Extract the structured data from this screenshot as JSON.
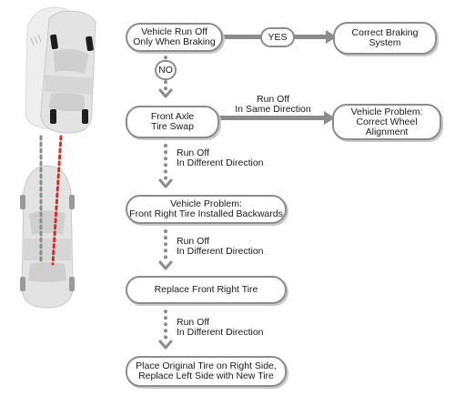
{
  "flowchart": {
    "nodes": {
      "start": [
        "Vehicle Run Off",
        "Only When Braking"
      ],
      "braking": [
        "Correct Braking",
        "System"
      ],
      "swap": [
        "Front Axle",
        "Tire Swap"
      ],
      "alignment": [
        "Vehicle Problem:",
        "Correct Wheel",
        "Alignment"
      ],
      "backwards": [
        "Vehicle Problem:",
        "Front Right Tire Installed Backwards"
      ],
      "replace": [
        "Replace Front Right Tire"
      ],
      "final": [
        "Place Original Tire on Right Side,",
        "Replace Left Side with New Tire"
      ]
    },
    "decisions": {
      "yes": "YES",
      "no": "NO"
    },
    "edge_labels": {
      "same_direction": [
        "Run Off",
        "In Same Direction"
      ],
      "different_1": [
        "Run Off",
        "In Different Direction"
      ],
      "different_2": [
        "Run Off",
        "In Different Direction"
      ],
      "different_3": [
        "Run Off",
        "In Different Direction"
      ]
    }
  },
  "colors": {
    "connector": "#8c8c8c",
    "dot": "#8c8c8c",
    "track_red": "#d0312d",
    "car_body": "#e3e3e3"
  }
}
